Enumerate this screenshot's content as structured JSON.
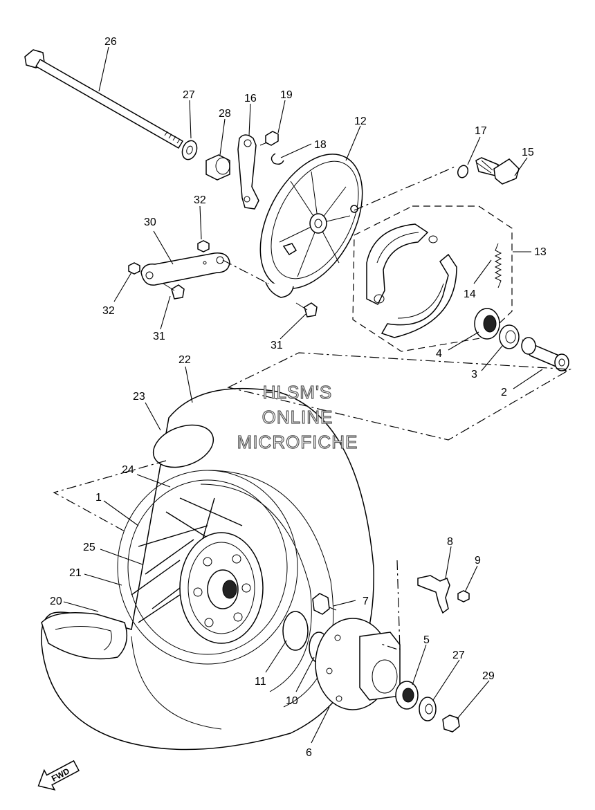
{
  "watermark": {
    "line1": "HLSM'S",
    "line2": "ONLINE",
    "line3": "MICROFICHE"
  },
  "fwd_label": "FWD",
  "callouts": {
    "c26": "26",
    "c27a": "27",
    "c28": "28",
    "c16": "16",
    "c19": "19",
    "c18": "18",
    "c12": "12",
    "c17": "17",
    "c15": "15",
    "c32a": "32",
    "c30": "30",
    "c13": "13",
    "c14": "14",
    "c32b": "32",
    "c31a": "31",
    "c31b": "31",
    "c4": "4",
    "c3": "3",
    "c2": "2",
    "c22": "22",
    "c23": "23",
    "c24": "24",
    "c1": "1",
    "c25": "25",
    "c21": "21",
    "c20": "20",
    "c8": "8",
    "c9": "9",
    "c7": "7",
    "c5": "5",
    "c27b": "27",
    "c29": "29",
    "c11": "11",
    "c10": "10",
    "c6": "6"
  },
  "icons": [
    "fwd-arrow-icon"
  ]
}
